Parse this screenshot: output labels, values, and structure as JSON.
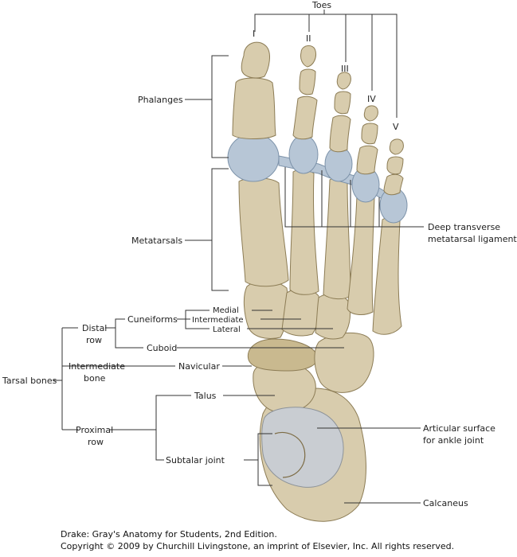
{
  "labels": {
    "toes": "Toes",
    "toe_i": "I",
    "toe_ii": "II",
    "toe_iii": "III",
    "toe_iv": "IV",
    "toe_v": "V",
    "phalanges": "Phalanges",
    "metatarsals": "Metatarsals",
    "deep_ligaments_line1": "Deep transverse",
    "deep_ligaments_line2": "metatarsal ligaments",
    "tarsal_bones": "Tarsal bones",
    "distal_row_line1": "Distal",
    "distal_row_line2": "row",
    "cuneiforms": "Cuneiforms",
    "medial": "Medial",
    "intermediate": "Intermediate",
    "lateral": "Lateral",
    "cuboid": "Cuboid",
    "intermediate_bone_line1": "Intermediate",
    "intermediate_bone_line2": "bone",
    "navicular": "Navicular",
    "talus": "Talus",
    "proximal_row_line1": "Proximal",
    "proximal_row_line2": "row",
    "subtalar_joint": "Subtalar joint",
    "articular_line1": "Articular surface",
    "articular_line2": "for ankle joint",
    "calcaneus": "Calcaneus"
  },
  "credit": {
    "line1": "Drake: Gray's Anatomy for Students, 2nd Edition.",
    "line2": "Copyright © 2009 by Churchill Livingstone, an imprint of Elsevier, Inc. All rights reserved."
  }
}
